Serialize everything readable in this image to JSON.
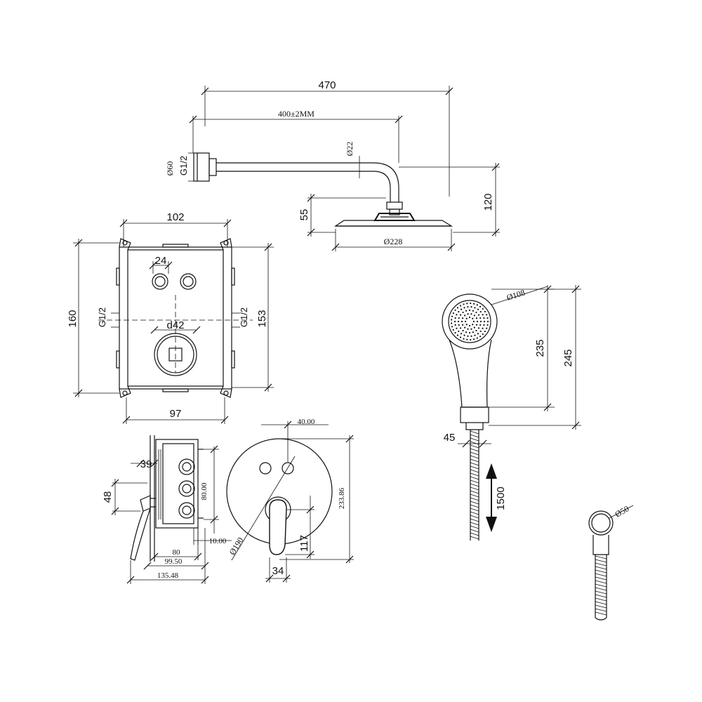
{
  "labels": {
    "arm_total_length": "470",
    "arm_length": "400±2MM",
    "arm_diameter": "Ø22",
    "wall_flange_diameter": "Ø60",
    "arm_thread": "G1/2",
    "arm_drop": "120",
    "head_height": "55",
    "head_diameter": "Ø228",
    "box_width_top": "102",
    "box_width_bottom": "97",
    "box_height_left": "160",
    "box_height_right": "153",
    "button_spacing": "24",
    "valve_diameter": "d42",
    "box_thread_left": "G1/2",
    "box_thread_right": "G1/2",
    "hand_head_diameter": "Ø108",
    "hand_length_a": "235",
    "hand_length_b": "245",
    "hand_neck": "45",
    "hose_length": "1500",
    "elbow_diameter": "Ø50",
    "side_39": "39",
    "side_48": "48",
    "side_80v": "80.00",
    "side_10": "10.00",
    "side_80": "80",
    "side_99": "99.50",
    "side_135": "135.48",
    "plate_40": "40.00",
    "plate_233": "233.86",
    "plate_diameter": "Ø190",
    "plate_117": "117",
    "plate_34": "34"
  }
}
